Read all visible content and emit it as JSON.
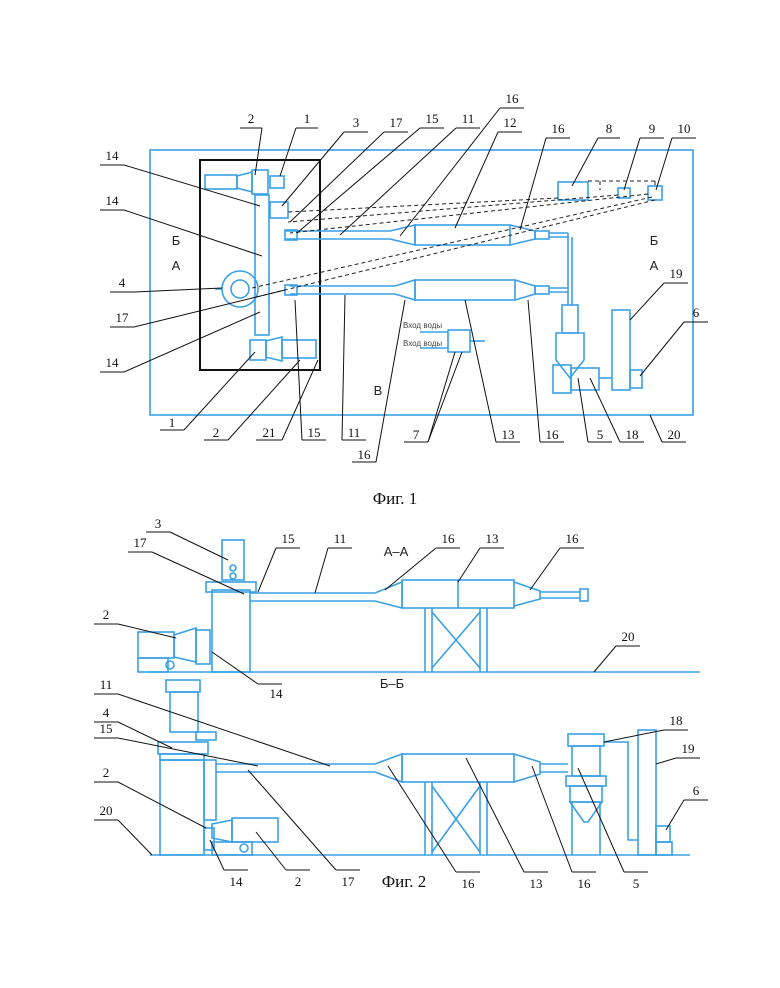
{
  "figure1": {
    "caption": "Фиг. 1",
    "section_marks": {
      "b": "Б",
      "a": "А",
      "v": "В"
    },
    "inlet_label_top": "Вход воды",
    "inlet_label_bottom": "Вход воды",
    "callouts": {
      "l2top": "2",
      "l1top": "1",
      "l3": "3",
      "l17top": "17",
      "l15top": "15",
      "l11top": "11",
      "l16a": "16",
      "l12": "12",
      "l16b": "16",
      "l8": "8",
      "l9": "9",
      "l10": "10",
      "l14a": "14",
      "l14b": "14",
      "l4": "4",
      "l17left": "17",
      "l14c": "14",
      "l19": "19",
      "l6": "6",
      "l1bot": "1",
      "l2bot": "2",
      "l21": "21",
      "l15bot": "15",
      "l11bot": "11",
      "l16c": "16",
      "l7": "7",
      "l13": "13",
      "l16d": "16",
      "l5": "5",
      "l18": "18",
      "l20": "20"
    }
  },
  "figure2": {
    "caption": "Фиг. 2",
    "section_aa": "А–А",
    "section_bb": "Б–Б",
    "callouts": {
      "l3": "3",
      "l15": "15",
      "l11": "11",
      "l16a": "16",
      "l13a": "13",
      "l16b": "16",
      "l17": "17",
      "l2a": "2",
      "l20a": "20",
      "l14a": "14",
      "l11b": "11",
      "l4": "4",
      "l15b": "15",
      "l18": "18",
      "l19": "19",
      "l2b": "2",
      "l6": "6",
      "l20b": "20",
      "l14b": "14",
      "l2c": "2",
      "l17b": "17",
      "l16c": "16",
      "l13b": "13",
      "l16d": "16",
      "l5": "5"
    }
  },
  "colors": {
    "drawing_lines": "#3aa0e6",
    "leader_lines": "#111111"
  }
}
